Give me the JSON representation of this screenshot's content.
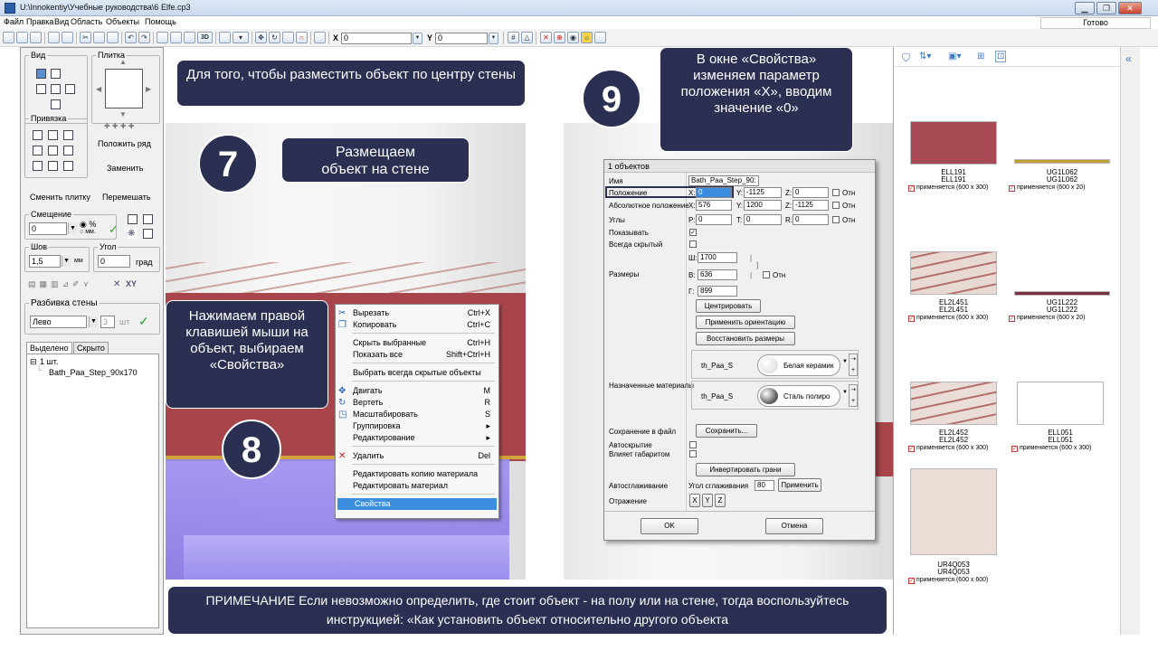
{
  "window": {
    "title": "U:\\Innokentiy\\Учебные руководства\\6 Elfe.cp3",
    "status": "Готово"
  },
  "menu": [
    "Файл",
    "Правка",
    "Вид",
    "Область",
    "Объекты",
    "Помощь"
  ],
  "toolbar": {
    "x_label": "X",
    "x_value": "0",
    "y_label": "Y",
    "y_value": "0",
    "label_3d": "3D"
  },
  "left": {
    "view_label": "Вид",
    "tile_label": "Плитка",
    "snap_label": "Привязка",
    "lay_row": "Положить ряд",
    "replace": "Заменить",
    "change_tile": "Сменить плитку",
    "shuffle": "Перемешать",
    "offset_label": "Смещение",
    "offset_value": "0",
    "unit_percent": "%",
    "unit_mm": "мм.",
    "seam_label": "Шов",
    "seam_value": "1,5",
    "seam_unit": "мм",
    "angle_label": "Угол",
    "angle_value": "0",
    "angle_unit": "град",
    "xy_label": "XY",
    "wall_split_label": "Разбивка стены",
    "wall_split_value": "Лево",
    "wall_split_count": "3",
    "wall_split_unit": "шт",
    "tab_selected": "Выделено",
    "tab_hidden": "Скрыто",
    "tree_root": "1 шт.",
    "tree_child": "Bath_Paa_Step_90x170"
  },
  "callouts": {
    "c1": "Для того, чтобы разместить объект по центру стены",
    "c2": "Размещаем объект на стене",
    "c3": "Нажимаем правой клавишей мыши на объект, выбираем «Свойства»",
    "c4": "В окне «Свойства» изменяем параметр положения «X», вводим значение «0»",
    "note": "ПРИМЕЧАНИЕ  Если невозможно определить, где стоит объект - на полу или на стене, тогда воспользуйтесь инструкцией: «Как установить объект относительно другого объекта"
  },
  "badges": {
    "b7": "7",
    "b8": "8",
    "b9": "9"
  },
  "context_menu": [
    {
      "label": "Вырезать",
      "key": "Ctrl+X",
      "icon": "scissors-icon"
    },
    {
      "label": "Копировать",
      "key": "Ctrl+C",
      "icon": "copy-icon"
    },
    {
      "label": "Скрыть выбранные",
      "key": "Ctrl+H"
    },
    {
      "label": "Показать все",
      "key": "Shift+Ctrl+H"
    },
    {
      "label": "Выбрать всегда скрытые объекты",
      "key": ""
    },
    {
      "label": "Двигать",
      "key": "M",
      "icon": "move-icon"
    },
    {
      "label": "Вертеть",
      "key": "R",
      "icon": "rotate-icon"
    },
    {
      "label": "Масштабировать",
      "key": "S",
      "icon": "scale-icon"
    },
    {
      "label": "Группировка",
      "key": "▸"
    },
    {
      "label": "Редактирование",
      "key": "▸"
    },
    {
      "label": "Удалить",
      "key": "Del",
      "icon": "delete-icon"
    },
    {
      "label": "Редактировать копию материала",
      "key": ""
    },
    {
      "label": "Редактировать материал",
      "key": ""
    },
    {
      "label": "Свойства",
      "key": ""
    }
  ],
  "props": {
    "title": "1 объектов",
    "name_label": "Имя",
    "name_value": "Bath_Paa_Step_90:",
    "pos_label": "Положение",
    "pos_x": "0",
    "pos_y": "-1125",
    "pos_z": "0",
    "abs_label": "Абсолютное положение",
    "abs_x": "576",
    "abs_y": "1200",
    "abs_z": "-1125",
    "angles_label": "Углы",
    "ang_p": "0",
    "ang_t": "0",
    "ang_r": "0",
    "ax_x": "X:",
    "ax_y": "Y:",
    "ax_z": "Z:",
    "ax_p": "P:",
    "ax_t": "T:",
    "ax_r": "R:",
    "rel": "Отн",
    "show_label": "Показывать",
    "always_hidden_label": "Всегда скрытый",
    "sizes_label": "Размеры",
    "w_label": "Ш:",
    "w_value": "1700",
    "h_label": "В:",
    "h_value": "636",
    "d_label": "Г:",
    "d_value": "899",
    "center_btn": "Центрировать",
    "apply_orient_btn": "Применить ориентацию",
    "restore_size_btn": "Восстановить размеры",
    "materials_label": "Назначенные материалы",
    "mat1_name": "th_Paa_S",
    "mat1_value": "Белая керамик",
    "mat2_name": "th_Paa_S",
    "mat2_value": "Сталь полиро",
    "save_file_label": "Сохранение в файл",
    "save_btn": "Сохранить...",
    "autohide_label": "Автоскрытие",
    "affects_label": "Влияет габаритом",
    "invert_btn": "Инвертировать грани",
    "smoothing_label": "Автосглаживание",
    "smooth_angle_label": "Угол сглаживания",
    "smooth_value": "80",
    "apply_btn": "Применить",
    "mirror_label": "Отражение",
    "mx": "X",
    "my": "Y",
    "mz": "Z",
    "ok": "OK",
    "cancel": "Отмена"
  },
  "materials": [
    {
      "code": "ELL191",
      "code2": "ELL191",
      "use": "применяется (600 x 300)",
      "color": "#a84a54"
    },
    {
      "code": "UG1L062",
      "code2": "UG1L062",
      "use": "применяется (600 x 20)",
      "color": "#c49a3a"
    },
    {
      "code": "EL2L451",
      "code2": "EL2L451",
      "use": "применяется (600 x 300)",
      "color": "#e9d9d3"
    },
    {
      "code": "UG1L222",
      "code2": "UG1L222",
      "use": "применяется (600 x 20)",
      "color": "#7c2f3e"
    },
    {
      "code": "EL2L452",
      "code2": "EL2L452",
      "use": "применяется (600 x 300)",
      "color": "#eadcd7"
    },
    {
      "code": "ELL051",
      "code2": "ELL051",
      "use": "применяется (600 x 300)",
      "color": "#ffffff"
    },
    {
      "code": "UR4Q053",
      "code2": "UR4Q053",
      "use": "применяется (600 x 600)",
      "color": "#ecdcd6"
    }
  ],
  "colors": {
    "callout_bg": "#2b2f52",
    "accent_red": "#a8454b",
    "selection_blue": "#3b8ede",
    "bath_purple": "#8f82e8"
  }
}
